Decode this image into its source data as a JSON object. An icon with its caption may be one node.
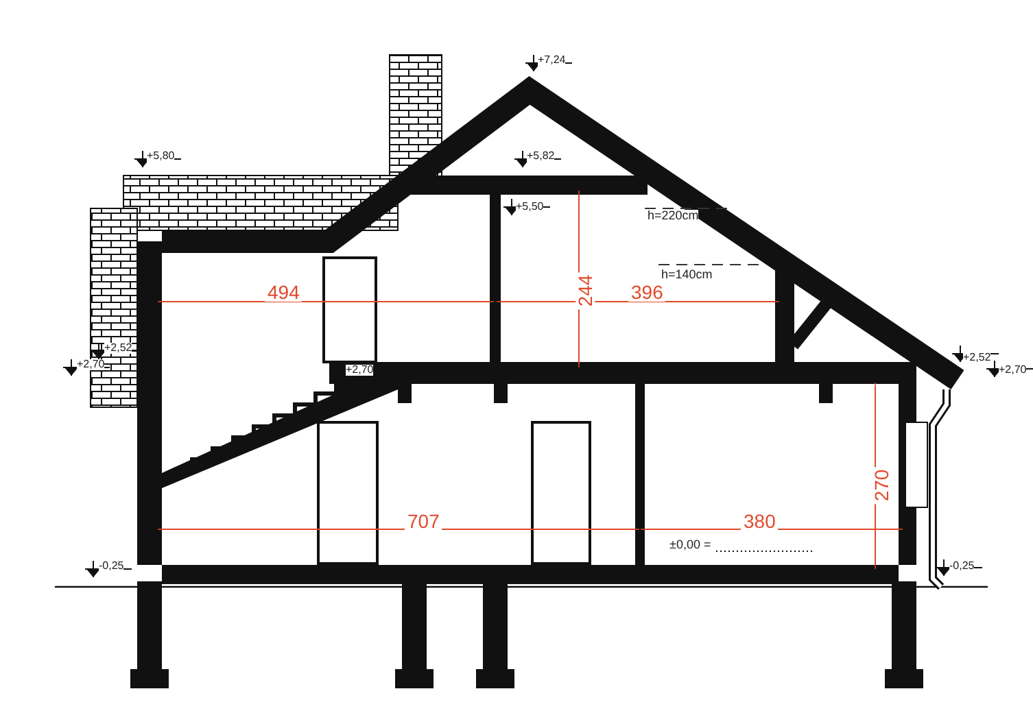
{
  "diagram": {
    "labels": [
      "+7,24",
      "+5,80",
      "+5,82",
      "+5,50",
      "h=220cm",
      "h=140cm",
      "494",
      "244",
      "396",
      "+2,52",
      "+2,70",
      "+2,70",
      "+2,52",
      "+2,70",
      "270",
      "707",
      "380",
      "±0,00 =",
      "-0,25",
      "-0,25"
    ]
  }
}
